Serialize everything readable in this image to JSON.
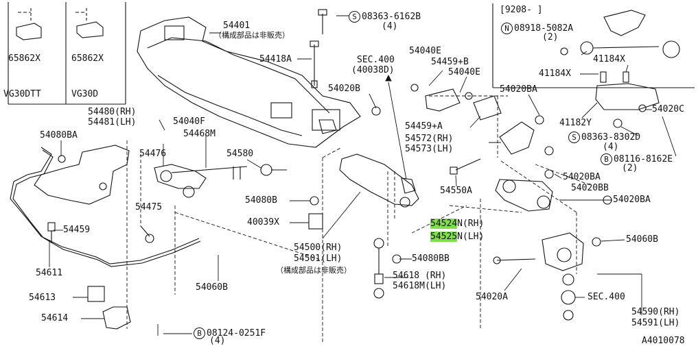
{
  "labels": {
    "p65862x_a": "65862X",
    "p65862x_b": "65862X",
    "vg30dtt": "VG30DTT",
    "vg30d": "VG30D",
    "p54401": "54401",
    "p54401_note": "（構成部品は非販売）",
    "s08363_6162b": "08363-6162B",
    "s08363_6162b_qty": "(4)",
    "p54418a": "54418A",
    "sec400_a": "SEC.400",
    "sec400_a_code": "(40038D)",
    "p54040e_a": "54040E",
    "p54459b": "54459+B",
    "p54040e_b": "54040E",
    "date_range": "[9208-      ]",
    "n08918_5082a": "08918-5082A",
    "n08918_5082a_qty": "(2)",
    "p41184x_a": "41184X",
    "p41184x_b": "41184X",
    "p54020b_a": "54020B",
    "p54020ba_a": "54020BA",
    "p54020c": "54020C",
    "p41182y": "41182Y",
    "s08363_8302d": "08363-8302D",
    "s08363_8302d_qty": "(4)",
    "b08116_8162e": "08116-8162E",
    "b08116_8162e_qty": "(2)",
    "p54480": "54480(RH)",
    "p54481": "54481(LH)",
    "p54040f": "54040F",
    "p54468m": "54468M",
    "p54080ba": "54080BA",
    "p54476": "54476",
    "p54580": "54580",
    "p54459a": "54459+A",
    "p54572": "54572(RH)",
    "p54573": "54573(LH)",
    "p54020ba_b": "54020BA",
    "p54020bb": "54020BB",
    "p54550a": "54550A",
    "p54080b": "54080B",
    "p54020ba_c": "54020BA",
    "p54475": "54475",
    "p40039x": "40039X",
    "p54524n": "54524",
    "p54524n_rh": "N(RH)",
    "p54525n": "54525",
    "p54525n_lh": "N(LH)",
    "p54459": "54459",
    "p54500": "54500(RH)",
    "p54501": "54501(LH)",
    "p54501_note": "（構成部品は非販売）",
    "p54060b_a": "54060B",
    "p54080bb": "54080BB",
    "p54611": "54611",
    "p54618": "54618  (RH)",
    "p54618m": "54618M(LH)",
    "p54060b_b": "54060B",
    "p54020a": "54020A",
    "sec400_b": "SEC.400",
    "p54613": "54613",
    "p54590": "54590(RH)",
    "p54591": "54591(LH)",
    "p54614": "54614",
    "b08124_0251f": "08124-0251F",
    "b08124_0251f_qty": "(4)",
    "diagram_id": "A4010078",
    "circ_s": "S",
    "circ_n": "N",
    "circ_b": "B"
  },
  "colors": {
    "highlight": "#7ee04a",
    "ink": "#111111"
  }
}
